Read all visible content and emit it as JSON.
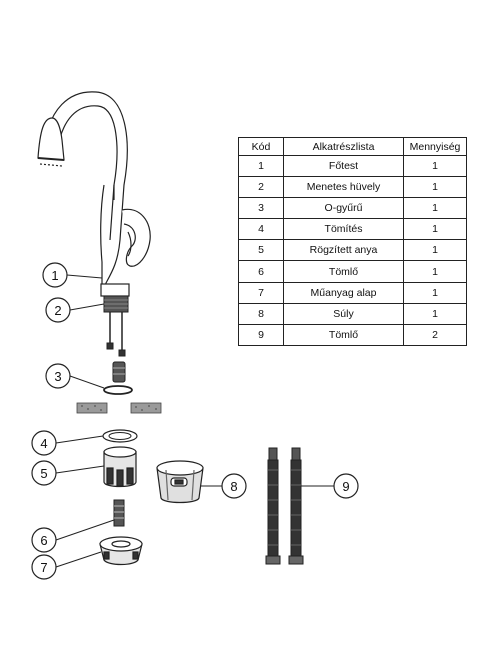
{
  "table": {
    "headers": {
      "code": "Kód",
      "name": "Alkatrészlista",
      "qty": "Mennyiség"
    },
    "rows": [
      {
        "code": "1",
        "name": "Főtest",
        "qty": "1"
      },
      {
        "code": "2",
        "name": "Menetes hüvely",
        "qty": "1"
      },
      {
        "code": "3",
        "name": "O-gyűrű",
        "qty": "1"
      },
      {
        "code": "4",
        "name": "Tömítés",
        "qty": "1"
      },
      {
        "code": "5",
        "name": "Rögzített anya",
        "qty": "1"
      },
      {
        "code": "6",
        "name": "Tömlő",
        "qty": "1"
      },
      {
        "code": "7",
        "name": "Műanyag alap",
        "qty": "1"
      },
      {
        "code": "8",
        "name": "Súly",
        "qty": "1"
      },
      {
        "code": "9",
        "name": "Tömlő",
        "qty": "2"
      }
    ]
  },
  "callouts": [
    "1",
    "2",
    "3",
    "4",
    "5",
    "6",
    "7",
    "8",
    "9"
  ]
}
